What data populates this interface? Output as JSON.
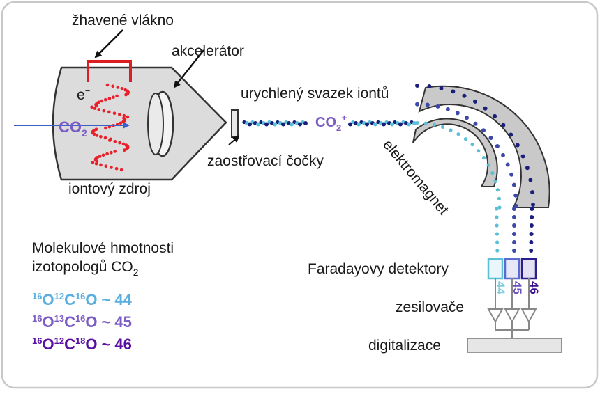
{
  "labels": {
    "filament": "žhavené vlákno",
    "accelerator": "akcelerátor",
    "electron": "e",
    "electron_charge": "−",
    "co2_base": "CO",
    "co2_sub": "2",
    "beam": "urychlený svazek iontů",
    "beam_ion_base": "CO",
    "beam_ion_sub": "2",
    "beam_ion_sup": "+",
    "lenses": "zaostřovací čočky",
    "ion_source": "iontový zdroj",
    "magnet": "elektromagnet",
    "detectors": "Faradayovy detektory",
    "amplifiers": "zesilovače",
    "digitizer": "digitalizace"
  },
  "legend": {
    "title_line1": "Molekulové hmotnosti",
    "title_line2_base": "izotopologů CO",
    "title_line2_sub": "2",
    "isotopologues": [
      {
        "o1": "16",
        "c": "12",
        "o2": "16",
        "el_o": "O",
        "el_c": "C",
        "approx": "~",
        "mass": "44",
        "color": "#5aaee0"
      },
      {
        "o1": "16",
        "c": "13",
        "o2": "16",
        "el_o": "O",
        "el_c": "C",
        "approx": "~",
        "mass": "45",
        "color": "#7b5cc4"
      },
      {
        "o1": "16",
        "c": "12",
        "o2": "18",
        "el_o": "O",
        "el_c": "C",
        "approx": "~",
        "mass": "46",
        "color": "#5a0fa0"
      }
    ]
  },
  "detector_masses": [
    "44",
    "45",
    "46"
  ],
  "colors": {
    "frame": "#c8c8c8",
    "body_fill": "#dcdcdc",
    "outline": "#333333",
    "filament": "#dd1d20",
    "electrons": "#e8202a",
    "inlet": "#3a5fc8",
    "co2_text": "#7b5cc4",
    "beam_light": "#5bbfd6",
    "beam_mid": "#3d49a8",
    "beam_dark": "#1a1f7a",
    "magnet_fill": "#c9c9c9",
    "det1": "#5bbfd6",
    "det2": "#5a6ad0",
    "det3": "#2a1f8a",
    "num1": "#7fcde0",
    "num2": "#6a4fc0",
    "num3": "#3a1090"
  }
}
